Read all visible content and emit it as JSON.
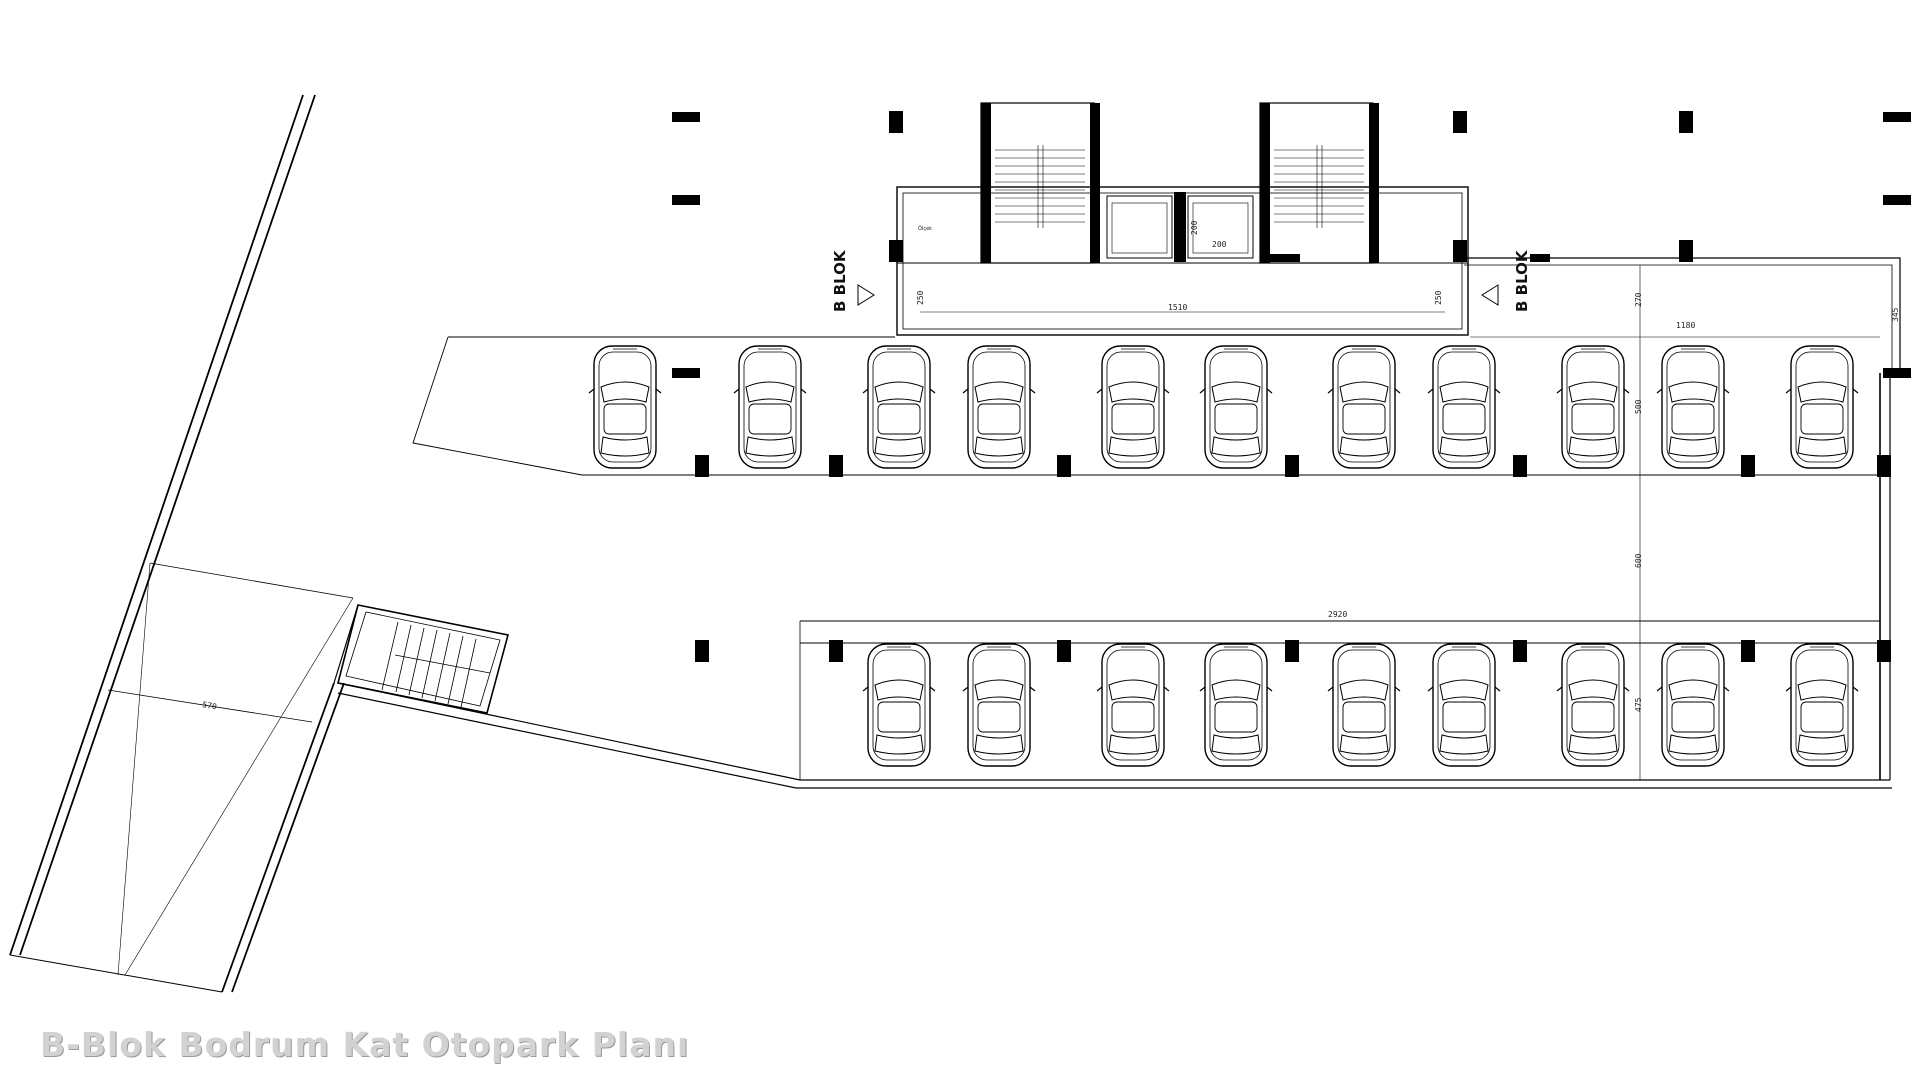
{
  "caption": "B-Blok Bodrum Kat Otopark Planı",
  "block_labels": [
    "B BLOK",
    "B BLOK"
  ],
  "dimensions": {
    "d250_left": "250",
    "d1510": "1510",
    "d250_right": "250",
    "d200_v": "200",
    "d200_h": "200",
    "d270": "270",
    "d1180": "1180",
    "d500": "500",
    "d600": "600",
    "d2920": "2920",
    "d475": "475",
    "d570": "570",
    "d345": "345"
  },
  "room_label": "Ölçek",
  "parking": {
    "top_row_count": 11,
    "bottom_row_count": 9
  },
  "colors": {
    "line": "#000000",
    "caption": "#d2d2d2"
  }
}
